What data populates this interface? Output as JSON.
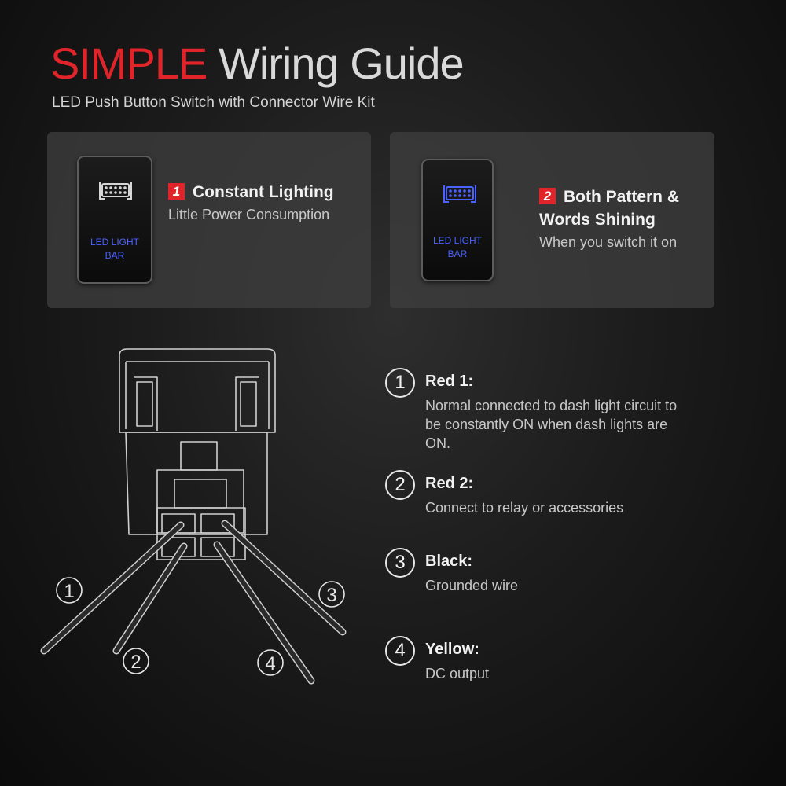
{
  "header": {
    "title_accent": "SIMPLE",
    "title_rest": " Wiring Guide",
    "subtitle": "LED Push Button Switch with Connector Wire Kit"
  },
  "colors": {
    "accent_red": "#e0242a",
    "switch_led_blue": "#4b62ff"
  },
  "features": [
    {
      "number": "1",
      "title": "Constant Lighting",
      "description": "Little Power Consumption",
      "switch_label_line1": "LED LIGHT",
      "switch_label_line2": "BAR",
      "icon": "light-bar-icon"
    },
    {
      "number": "2",
      "title": "Both Pattern & Words Shining",
      "description": "When you switch it on",
      "switch_label_line1": "LED LIGHT",
      "switch_label_line2": "BAR",
      "icon": "light-bar-icon"
    }
  ],
  "diagram": {
    "wire_labels": [
      "1",
      "2",
      "3",
      "4"
    ]
  },
  "wires": [
    {
      "number": "1",
      "name": "Red 1:",
      "description": "Normal connected to dash light circuit to be constantly ON when dash lights are ON."
    },
    {
      "number": "2",
      "name": "Red 2:",
      "description": "Connect to relay or accessories"
    },
    {
      "number": "3",
      "name": "Black:",
      "description": "Grounded wire"
    },
    {
      "number": "4",
      "name": "Yellow:",
      "description": "DC output"
    }
  ]
}
